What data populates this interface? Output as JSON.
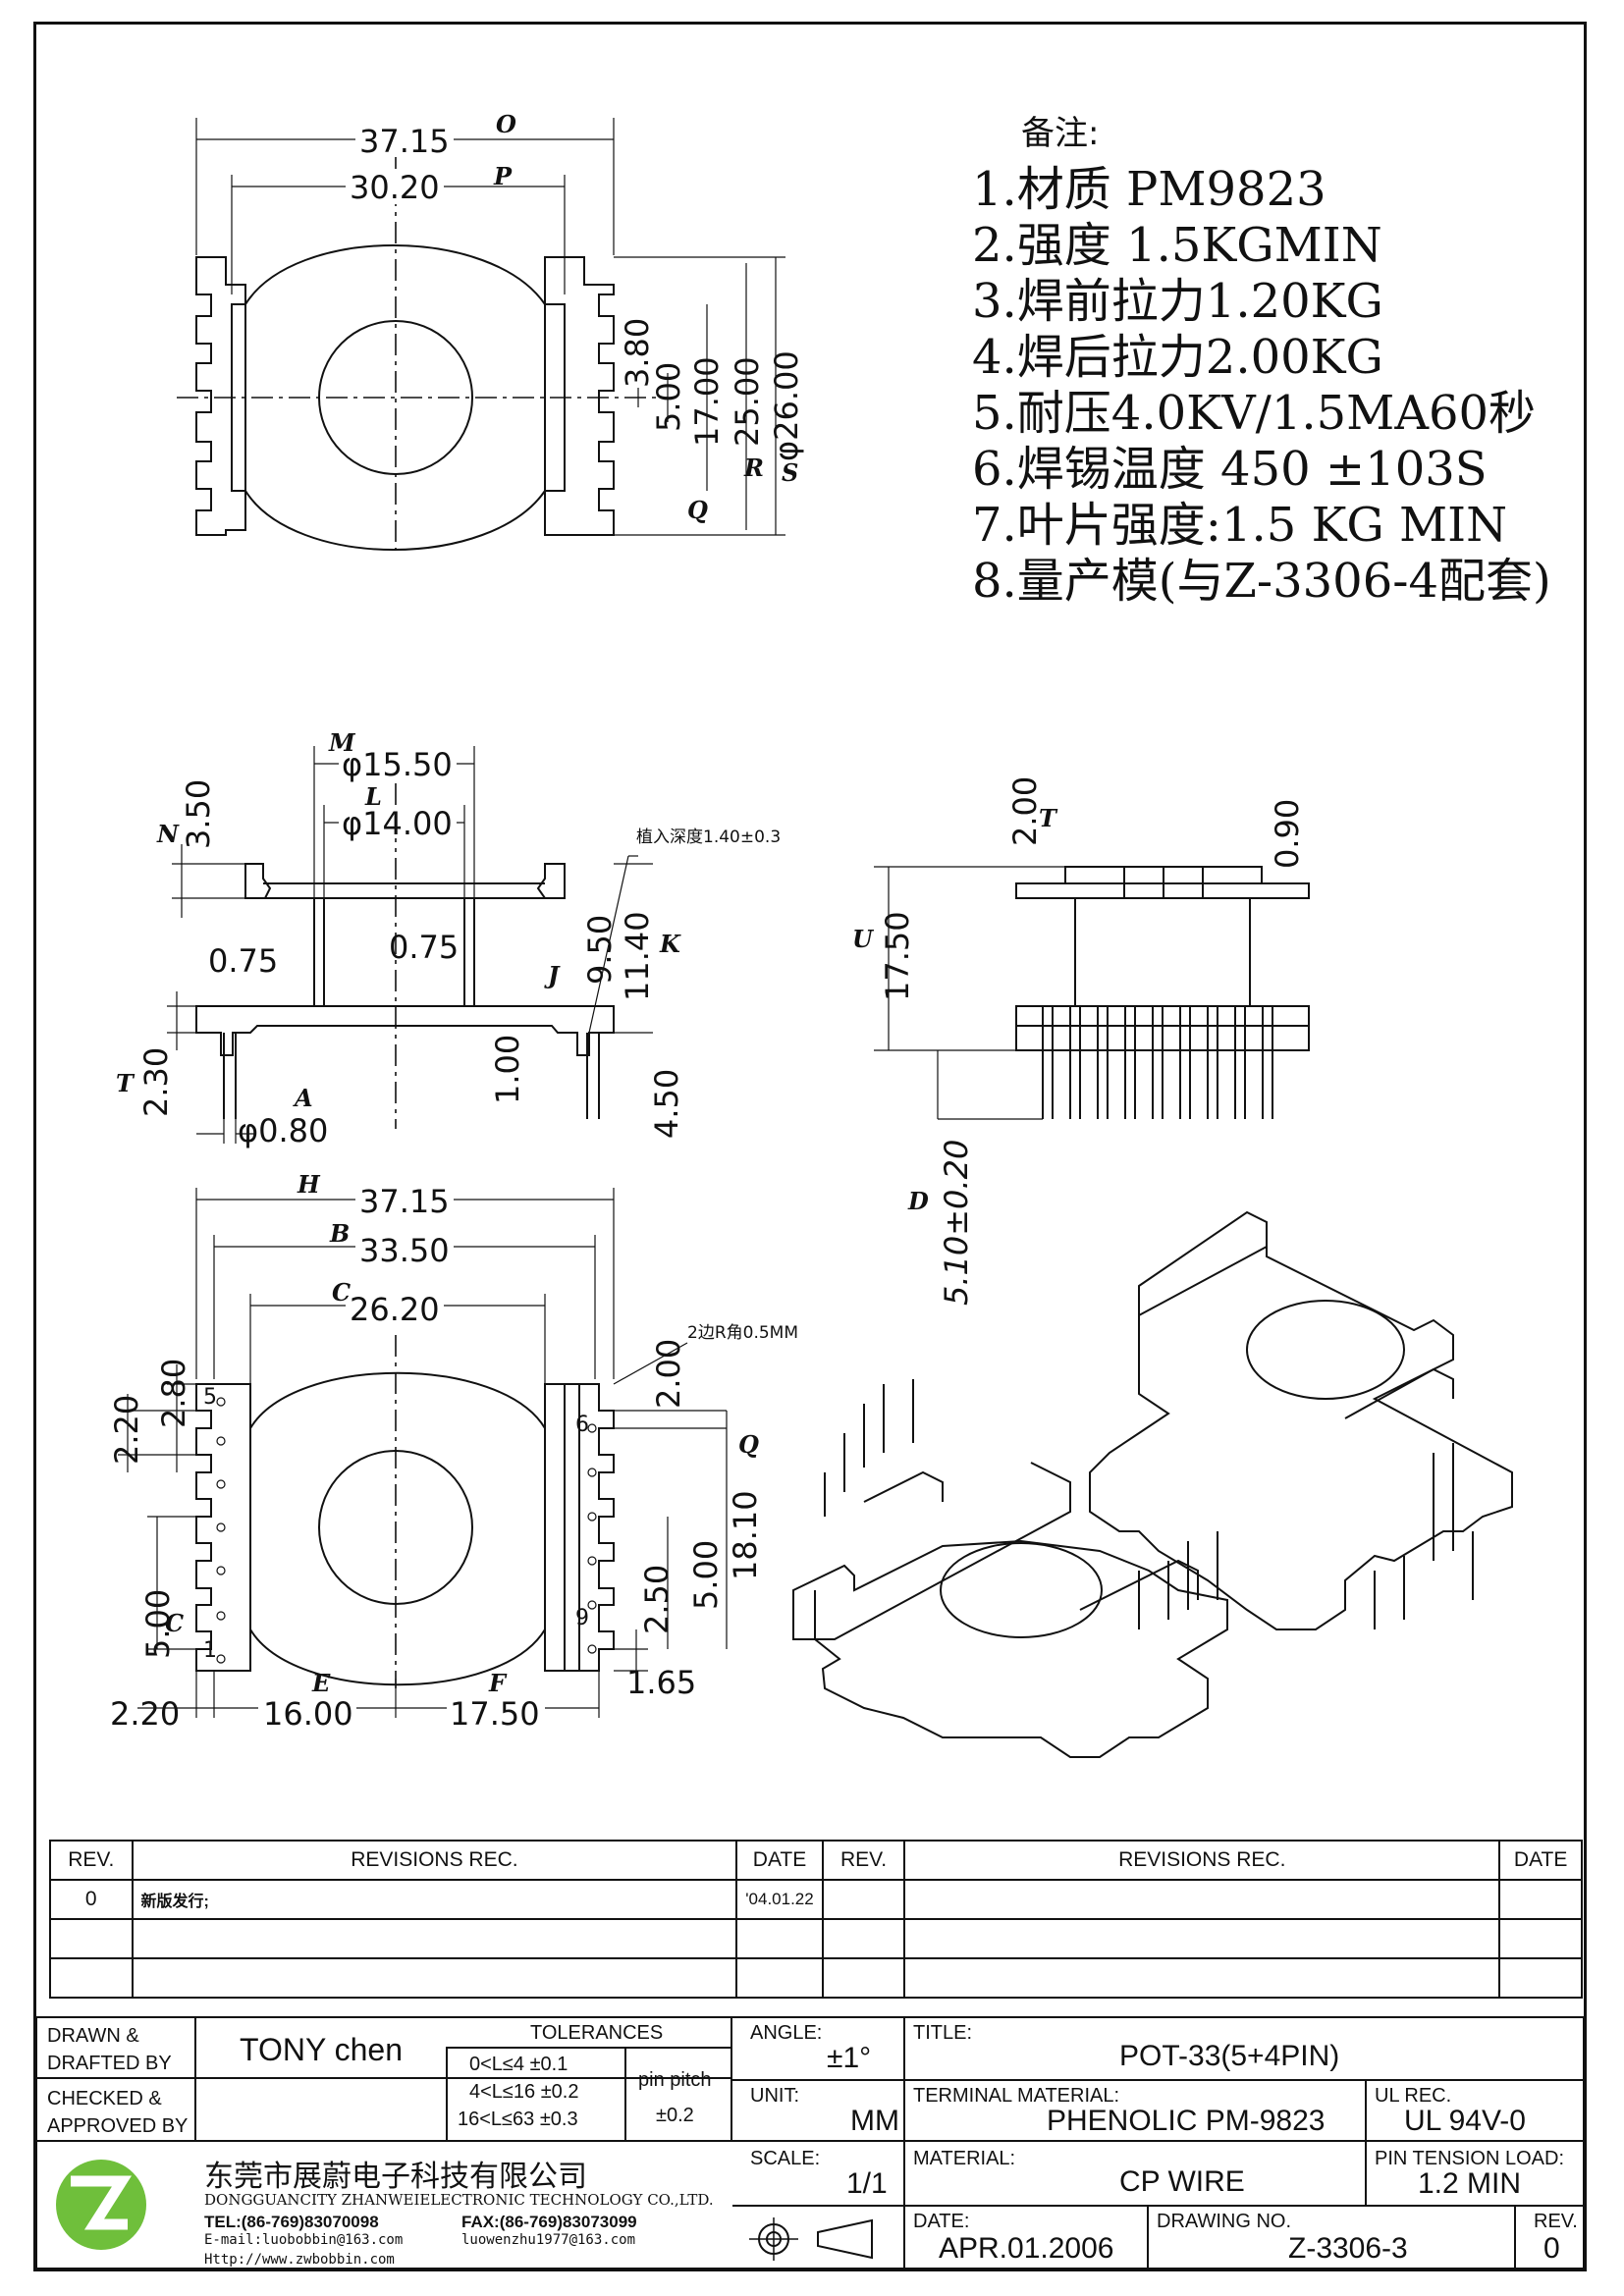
{
  "notes": {
    "heading": "备注:",
    "items": [
      "1.材质 PM9823",
      "2.强度 1.5KGMIN",
      "3.焊前拉力1.20KG",
      "4.焊后拉力2.00KG",
      "5.耐压4.0KV/1.5MA60秒",
      "6.焊锡温度 450 ±103S",
      "7.叶片强度:1.5 KG MIN",
      "8.量产模(与Z-3306-4配套)"
    ]
  },
  "drawing": {
    "labels": {
      "a": "A",
      "b": "B",
      "c": "C",
      "d": "D",
      "e": "E",
      "f": "F",
      "h": "H",
      "j": "J",
      "k": "K",
      "l": "L",
      "m": "M",
      "n": "N",
      "o": "O",
      "p": "P",
      "q": "Q",
      "r": "R",
      "s": "S",
      "t": "T",
      "u": "U"
    },
    "top_view": {
      "dim_37_15": "37.15",
      "dim_30_20": "30.20",
      "dim_3_80": "3.80",
      "dim_5_00": "5.00",
      "dim_17_00": "17.00",
      "dim_25_00": "25.00",
      "dim_26_00": "φ26.00"
    },
    "front_view": {
      "dim_15_50": "φ15.50",
      "dim_14_00": "φ14.00",
      "dim_3_50": "3.50",
      "dim_0_75_left": "0.75",
      "dim_0_75_center": "0.75",
      "dim_2_30": "2.30",
      "dim_0_80": "φ0.80",
      "dim_1_00": "1.00",
      "dim_9_50": "9.50",
      "dim_11_40": "11.40",
      "dim_4_50": "4.50",
      "insert_depth_note": "植入深度1.40±0.3"
    },
    "side_view": {
      "dim_17_50": "17.50",
      "dim_2_00": "2.00",
      "dim_0_90": "0.90",
      "dim_5_10": "5.10±0.20"
    },
    "bottom_view": {
      "dim_37_15": "37.15",
      "dim_33_50": "33.50",
      "dim_26_20": "26.20",
      "radius_note": "2边R角0.5MM",
      "dim_2_20_left": "2.20",
      "dim_2_80": "2.80",
      "dim_5_00_left": "5.00",
      "dim_2_20_bottom": "2.20",
      "dim_16_00": "16.00",
      "dim_17_50": "17.50",
      "dim_2_00": "2.00",
      "dim_2_50": "2.50",
      "dim_1_65": "1.65",
      "dim_5_00_right": "5.00",
      "dim_18_10": "18.10",
      "pin_1": "1",
      "pin_5": "5",
      "pin_6": "6",
      "pin_9": "9"
    }
  },
  "revisions": {
    "headers": {
      "rev": "REV.",
      "rec": "REVISIONS   REC.",
      "date": "DATE"
    },
    "rows": [
      {
        "rev": "0",
        "rec": "新版发行;",
        "date": "'04.01.22"
      }
    ]
  },
  "title_block": {
    "drawn_by_label": "DRAWN &\nDRAFTED BY",
    "drawn_by": "TONY chen",
    "checked_by_label": "CHECKED &\nAPPROVED BY",
    "tolerances_header": "TOLERANCES",
    "tolerances": [
      "0<L≤4   ±0.1",
      "4<L≤16  ±0.2",
      "16<L≤63  ±0.3"
    ],
    "pin_pitch_label": "pin pitch",
    "pin_pitch": "±0.2",
    "angle_label": "ANGLE:",
    "angle": "±1°",
    "unit_label": "UNIT:",
    "unit": "MM",
    "scale_label": "SCALE:",
    "scale": "1/1",
    "title_label": "TITLE:",
    "title": "POT-33(5+4PIN)",
    "terminal_material_label": "TERMINAL MATERIAL:",
    "terminal_material": "PHENOLIC PM-9823",
    "ul_rec_label": "UL REC.",
    "ul_rec": "UL 94V-0",
    "material_label": "MATERIAL:",
    "material": "CP WIRE",
    "pin_tension_label": "PIN TENSION LOAD:",
    "pin_tension": "1.2 MIN",
    "date_label": "DATE:",
    "date": "APR.01.2006",
    "drawing_no_label": "DRAWING NO.",
    "drawing_no": "Z-3306-3",
    "rev_label": "REV.",
    "rev": "0",
    "company_cn": "东莞市展蔚电子科技有限公司",
    "company_en": "DONGGUANCITY ZHANWEIELECTRONIC TECHNOLOGY CO.,LTD.",
    "tel": "TEL:(86-769)83070098",
    "fax": "FAX:(86-769)83073099",
    "email1": "E-mail:luobobbin@163.com",
    "email2": "luowenzhu1977@163.com",
    "website": "Http://www.zwbobbin.com"
  }
}
